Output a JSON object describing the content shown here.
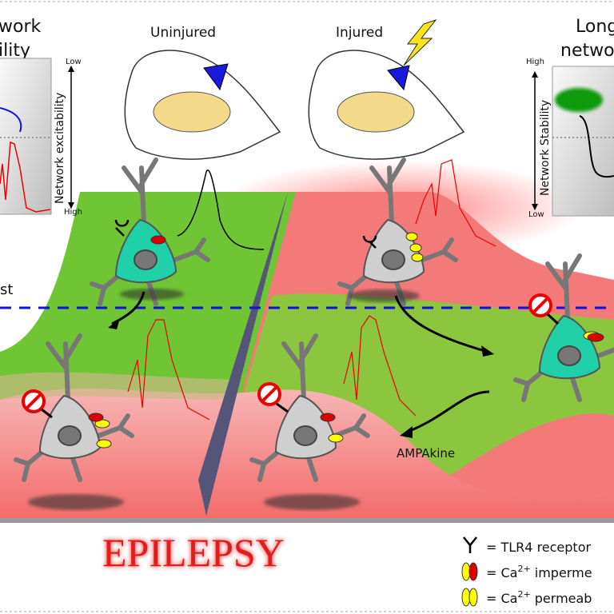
{
  "left_panel": {
    "title_line1": "work",
    "title_line2": "ility",
    "axis_label": "Network excitability",
    "axis_top": "Low",
    "axis_bottom": "High"
  },
  "right_panel": {
    "title_line1": "Long",
    "title_line2": "netwo",
    "axis_label": "Network Stability",
    "axis_top": "High",
    "axis_bottom": "Low"
  },
  "brains": {
    "uninjured_label": "Uninjured",
    "injured_label": "Injured"
  },
  "threshold_label": "st",
  "ampakine_label": "AMPAkine",
  "epilepsy_label": "EPILEPSY",
  "legend": {
    "items": [
      {
        "icon": "tlr4-receptor-icon",
        "prefix": "= TLR4 receptor",
        "sup": "",
        "suffix": ""
      },
      {
        "icon": "yellow-red-channel-icon",
        "prefix": "= Ca",
        "sup": "2+",
        "suffix": " imperme"
      },
      {
        "icon": "yellow-yellow-channel-icon",
        "prefix": "= Ca",
        "sup": "2+",
        "suffix": " permeab"
      }
    ]
  },
  "colors": {
    "green": "#5cc02a",
    "red": "#f06060",
    "neuron_healthy": "#1fd0a8",
    "neuron_grey": "#cfcfcf",
    "threshold": "#1010e0",
    "epilepsy": "#e21b1b"
  }
}
